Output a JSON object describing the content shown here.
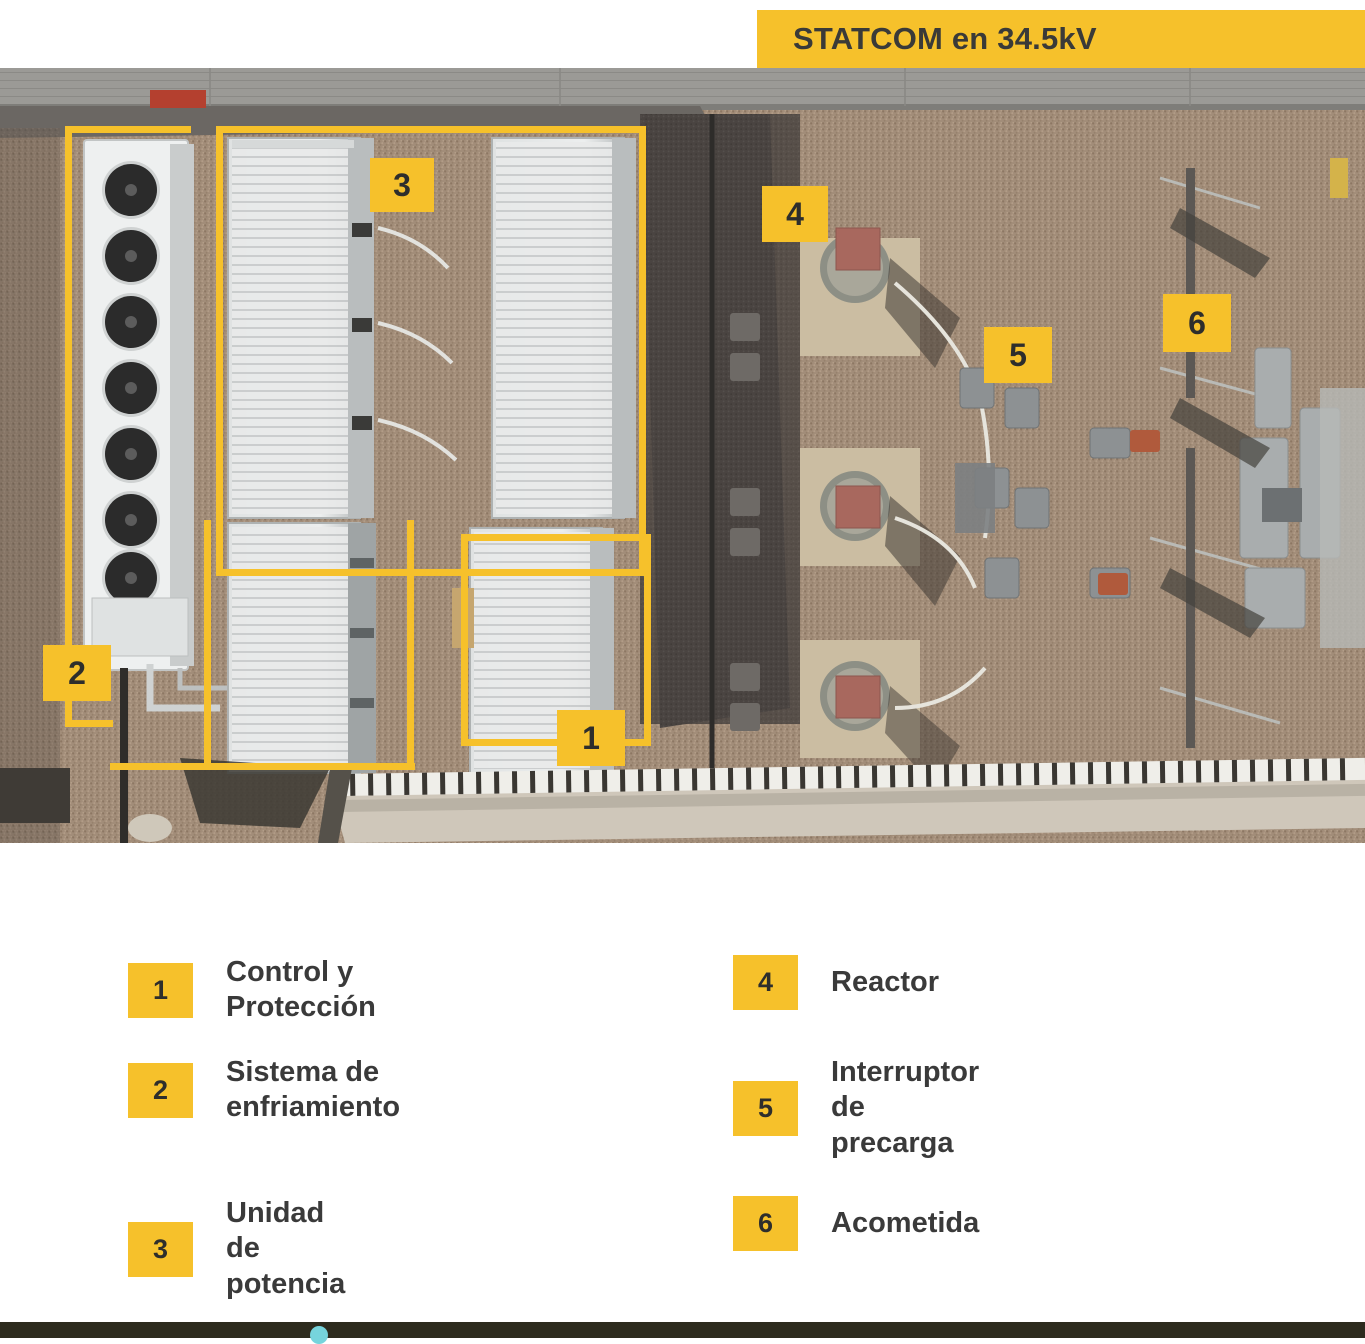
{
  "banner": {
    "title": "STATCOM en 34.5kV",
    "background_color": "#F6C12B",
    "text_color": "#3A3A38"
  },
  "photo": {
    "description": "Vista aerea de subestacion STATCOM",
    "markers": [
      {
        "id": "1",
        "label": "1"
      },
      {
        "id": "2",
        "label": "2"
      },
      {
        "id": "3",
        "label": "3"
      },
      {
        "id": "4",
        "label": "4"
      },
      {
        "id": "5",
        "label": "5"
      },
      {
        "id": "6",
        "label": "6"
      }
    ]
  },
  "legend": {
    "accent_color": "#F6C12B",
    "text_color": "#3A3A3A",
    "left_column": [
      {
        "number": "1",
        "label": "Control y Protección"
      },
      {
        "number": "2",
        "label": "Sistema de\nenfriamiento"
      },
      {
        "number": "3",
        "label": "Unidad de potencia"
      }
    ],
    "right_column": [
      {
        "number": "4",
        "label": "Reactor"
      },
      {
        "number": "5",
        "label": "Interruptor\nde precarga"
      },
      {
        "number": "6",
        "label": "Acometida"
      }
    ]
  },
  "footer": {
    "bar_color": "#2D2B1E",
    "dot_color": "#76D4DC"
  }
}
